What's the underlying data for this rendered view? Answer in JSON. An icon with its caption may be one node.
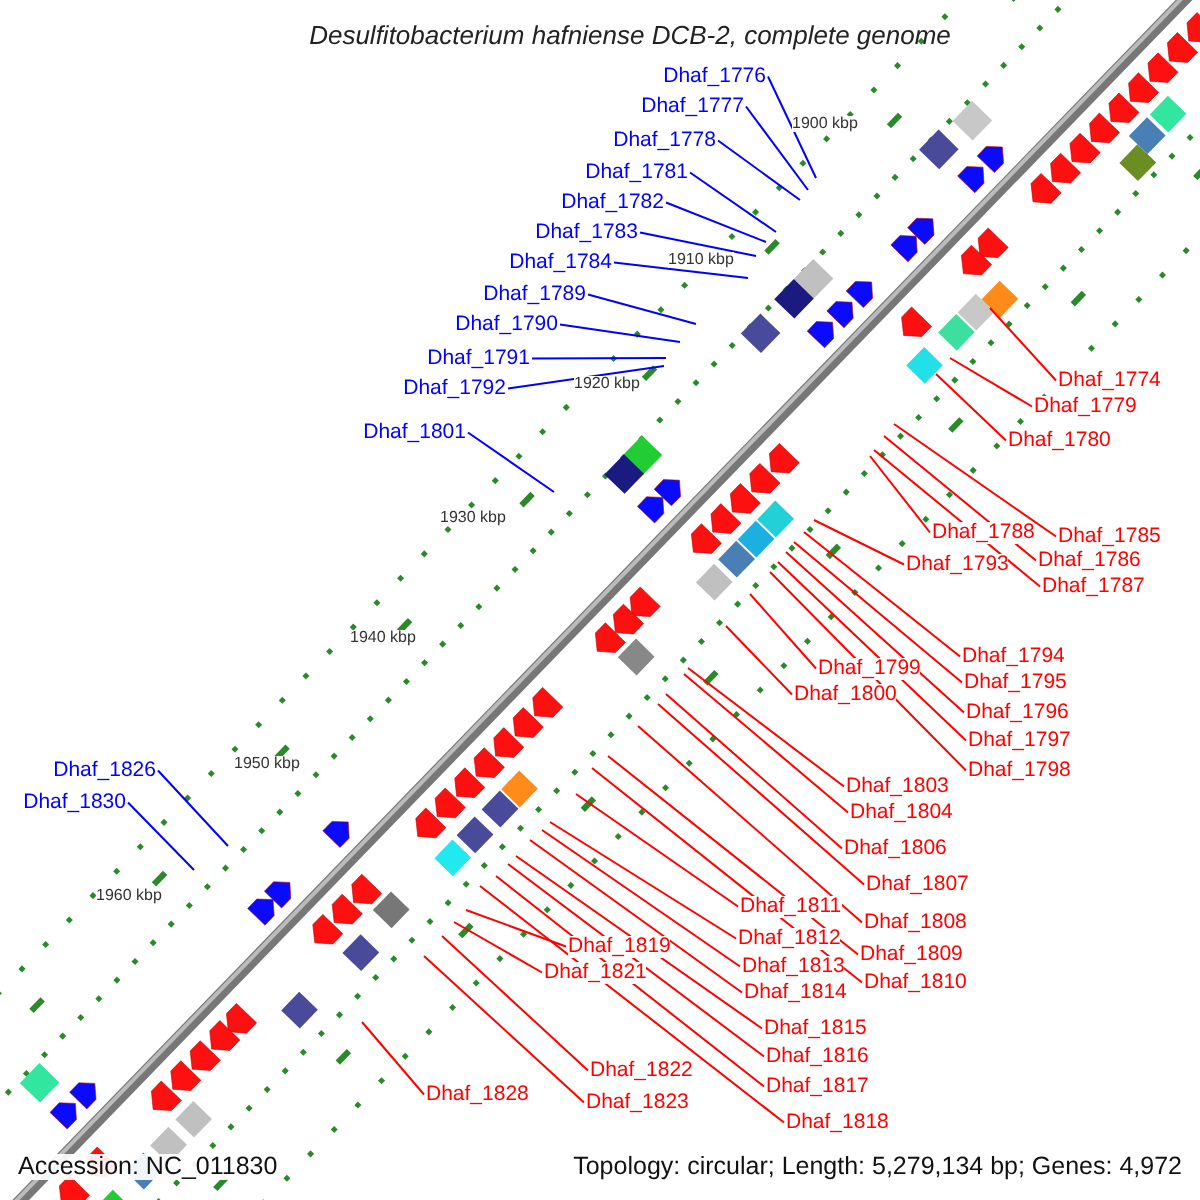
{
  "diagram": {
    "title": "Desulfitobacterium hafniense DCB-2, complete genome",
    "nodes": [
      {
        "text": [
          "Dhaf_1776"
        ]
      },
      {
        "text": [
          "Dhaf_1777"
        ]
      },
      {
        "text": [
          "Dhaf_1778"
        ]
      },
      {
        "text": [
          "Dhaf_1781"
        ]
      },
      {
        "text": [
          "Dhaf_1782"
        ]
      },
      {
        "text": [
          "Dhaf_1783"
        ]
      },
      {
        "text": [
          "Dhaf_1784"
        ]
      },
      {
        "text": [
          "Dhaf_1789"
        ]
      },
      {
        "text": [
          "Dhaf_1790"
        ]
      },
      {
        "text": [
          "Dhaf_1791"
        ]
      },
      {
        "text": [
          "Dhaf_1792"
        ]
      },
      {
        "text": [
          "Dhaf_1801"
        ]
      },
      {
        "text": [
          "Dhaf_1826"
        ]
      },
      {
        "text": [
          "Dhaf_1830"
        ]
      },
      {
        "text": [
          "Dhaf_1774"
        ]
      },
      {
        "text": [
          "Dhaf_1779"
        ]
      },
      {
        "text": [
          "Dhaf_1780"
        ]
      },
      {
        "text": [
          "Dhaf_1785"
        ]
      },
      {
        "text": [
          "Dhaf_1786"
        ]
      },
      {
        "text": [
          "Dhaf_1787"
        ]
      },
      {
        "text": [
          "Dhaf_1788"
        ]
      },
      {
        "text": [
          "Dhaf_1793"
        ]
      },
      {
        "text": [
          "Dhaf_1794"
        ]
      },
      {
        "text": [
          "Dhaf_1795"
        ]
      },
      {
        "text": [
          "Dhaf_1796"
        ]
      },
      {
        "text": [
          "Dhaf_1797"
        ]
      },
      {
        "text": [
          "Dhaf_1798"
        ]
      },
      {
        "text": [
          "Dhaf_1799"
        ]
      },
      {
        "text": [
          "Dhaf_1800"
        ]
      },
      {
        "text": [
          "Dhaf_1803"
        ]
      },
      {
        "text": [
          "Dhaf_1804"
        ]
      },
      {
        "text": [
          "Dhaf_1806"
        ]
      },
      {
        "text": [
          "Dhaf_1807"
        ]
      },
      {
        "text": [
          "Dhaf_1808"
        ]
      },
      {
        "text": [
          "Dhaf_1809"
        ]
      },
      {
        "text": [
          "Dhaf_1810"
        ]
      },
      {
        "text": [
          "Dhaf_1811"
        ]
      },
      {
        "text": [
          "Dhaf_1812"
        ]
      },
      {
        "text": [
          "Dhaf_1813"
        ]
      },
      {
        "text": [
          "Dhaf_1814"
        ]
      },
      {
        "text": [
          "Dhaf_1815"
        ]
      },
      {
        "text": [
          "Dhaf_1816"
        ]
      },
      {
        "text": [
          "Dhaf_1817"
        ]
      },
      {
        "text": [
          "Dhaf_1818"
        ]
      },
      {
        "text": [
          "Dhaf_1819"
        ]
      },
      {
        "text": [
          "Dhaf_1821"
        ]
      },
      {
        "text": [
          "Dhaf_1822"
        ]
      },
      {
        "text": [
          "Dhaf_1823"
        ]
      },
      {
        "text": [
          "Dhaf_1828"
        ]
      }
    ],
    "edges": [
      {
        "from": 0,
        "to": null,
        "arrow": "none",
        "color": "#0000ff"
      },
      {
        "from": 1,
        "to": null,
        "arrow": "none",
        "color": "#0000ff"
      },
      {
        "from": 2,
        "to": null,
        "arrow": "none",
        "color": "#0000ff"
      },
      {
        "from": 3,
        "to": null,
        "arrow": "none",
        "color": "#0000ff"
      },
      {
        "from": 4,
        "to": null,
        "arrow": "none",
        "color": "#0000ff"
      },
      {
        "from": 5,
        "to": null,
        "arrow": "none",
        "color": "#0000ff"
      },
      {
        "from": 6,
        "to": null,
        "arrow": "none",
        "color": "#0000ff"
      },
      {
        "from": 7,
        "to": null,
        "arrow": "none",
        "color": "#0000ff"
      },
      {
        "from": 8,
        "to": null,
        "arrow": "none",
        "color": "#0000ff"
      },
      {
        "from": 9,
        "to": null,
        "arrow": "none",
        "color": "#0000ff"
      },
      {
        "from": 10,
        "to": null,
        "arrow": "none",
        "color": "#0000ff"
      },
      {
        "from": 11,
        "to": null,
        "arrow": "none",
        "color": "#0000ff"
      },
      {
        "from": 12,
        "to": null,
        "arrow": "none",
        "color": "#0000ff"
      },
      {
        "from": 13,
        "to": null,
        "arrow": "none",
        "color": "#0000ff"
      },
      {
        "from": 14,
        "to": null,
        "arrow": "none"
      },
      {
        "from": 15,
        "to": null,
        "arrow": "none"
      },
      {
        "from": 16,
        "to": null,
        "arrow": "none"
      },
      {
        "from": 17,
        "to": null,
        "arrow": "none"
      },
      {
        "from": 18,
        "to": null,
        "arrow": "none"
      },
      {
        "from": 19,
        "to": null,
        "arrow": "none"
      },
      {
        "from": 20,
        "to": null,
        "arrow": "none"
      },
      {
        "from": 21,
        "to": null,
        "arrow": "none"
      },
      {
        "from": 22,
        "to": null,
        "arrow": "none"
      },
      {
        "from": 23,
        "to": null,
        "arrow": "none"
      },
      {
        "from": 24,
        "to": null,
        "arrow": "none"
      },
      {
        "from": 25,
        "to": null,
        "arrow": "none"
      },
      {
        "from": 26,
        "to": null,
        "arrow": "none"
      },
      {
        "from": 27,
        "to": null,
        "arrow": "none"
      },
      {
        "from": 28,
        "to": null,
        "arrow": "none"
      },
      {
        "from": 29,
        "to": null,
        "arrow": "none"
      },
      {
        "from": 30,
        "to": null,
        "arrow": "none"
      },
      {
        "from": 31,
        "to": null,
        "arrow": "none"
      },
      {
        "from": 32,
        "to": null,
        "arrow": "none"
      },
      {
        "from": 33,
        "to": null,
        "arrow": "none"
      },
      {
        "from": 34,
        "to": null,
        "arrow": "none"
      },
      {
        "from": 35,
        "to": null,
        "arrow": "none"
      },
      {
        "from": 36,
        "to": null,
        "arrow": "none"
      },
      {
        "from": 37,
        "to": null,
        "arrow": "none"
      },
      {
        "from": 38,
        "to": null,
        "arrow": "none"
      },
      {
        "from": 39,
        "to": null,
        "arrow": "none"
      },
      {
        "from": 40,
        "to": null,
        "arrow": "none"
      },
      {
        "from": 41,
        "to": null,
        "arrow": "none"
      },
      {
        "from": 42,
        "to": null,
        "arrow": "none"
      },
      {
        "from": 43,
        "to": null,
        "arrow": "none"
      },
      {
        "from": 44,
        "to": null,
        "arrow": "none"
      },
      {
        "from": 45,
        "to": null,
        "arrow": "none"
      },
      {
        "from": 46,
        "to": null,
        "arrow": "none"
      },
      {
        "from": 47,
        "to": null,
        "arrow": "none"
      },
      {
        "from": 48,
        "to": null,
        "arrow": "none"
      }
    ],
    "labels": [
      "1900 kbp",
      "1910 kbp",
      "1920 kbp",
      "1930 kbp",
      "1940 kbp",
      "1950 kbp",
      "1960 kbp",
      "Accession: NC_011830",
      "Topology: circular; Length: 5,279,134 bp; Genes: 4,972"
    ]
  }
}
